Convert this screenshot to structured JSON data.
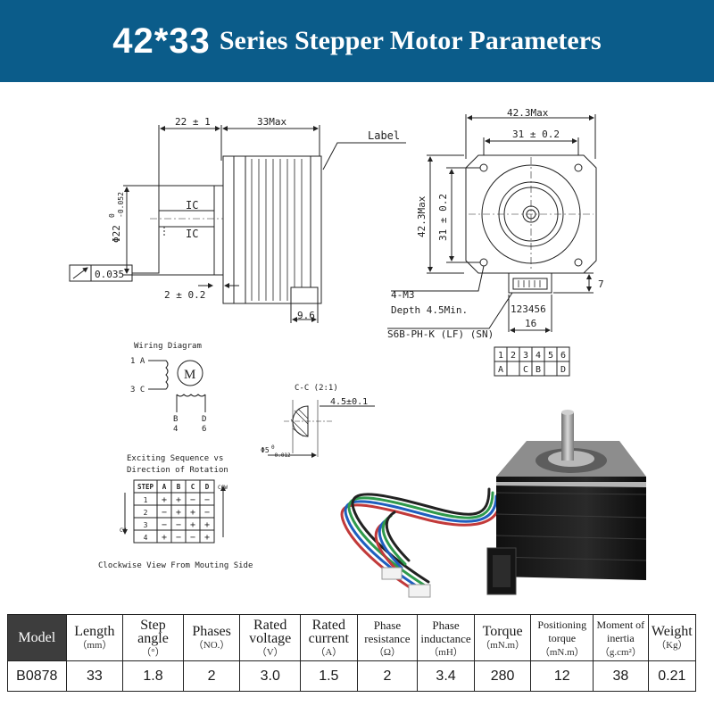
{
  "banner": {
    "model_size": "42*33",
    "title_rest": "Series Stepper Motor Parameters"
  },
  "side_view": {
    "dim_shaft_length": "22 ± 1",
    "dim_body_length": "33Max",
    "label_callout": "Label",
    "shaft_dia": "Φ22",
    "shaft_tol_upper": "0",
    "shaft_tol_lower": "-0.052",
    "ic_top": "IC",
    "ic_bottom": "IC",
    "runout": "0.035",
    "boss_height": "2 ± 0.2",
    "connector_depth": "9.6"
  },
  "front_view": {
    "overall_width": "42.3Max",
    "hole_spacing_h": "31 ± 0.2",
    "overall_height": "42.3Max",
    "hole_spacing_v": "31 ± 0.2",
    "screw": "4-M3",
    "screw_depth": "Depth 4.5Min.",
    "connector_part": "S6B-PH-K (LF) (SN)",
    "pins": "123456",
    "connector_width": "16",
    "connector_height": "7"
  },
  "pin_table": {
    "numbers": [
      "1",
      "2",
      "3",
      "4",
      "5",
      "6"
    ],
    "phases": [
      "A",
      "",
      "C",
      "B",
      "",
      "D"
    ]
  },
  "wiring": {
    "title": "Wiring Diagram",
    "motor": "M",
    "lead_a": "1 A",
    "lead_c": "3 C",
    "lead_b": "B",
    "lead_b_num": "4",
    "lead_d": "D",
    "lead_d_num": "6"
  },
  "section": {
    "title": "C-C (2:1)",
    "flat": "4.5±0.1",
    "dia": "Φ5",
    "tol_upper": "0",
    "tol_lower": "-0.012"
  },
  "sequence": {
    "title_line1": "Exciting Sequence vs",
    "title_line2": "Direction of Rotation",
    "headers": [
      "STEP",
      "A",
      "B",
      "C",
      "D"
    ],
    "rows": [
      [
        "1",
        "+",
        "+",
        "−",
        "−"
      ],
      [
        "2",
        "−",
        "+",
        "+",
        "−"
      ],
      [
        "3",
        "−",
        "−",
        "+",
        "+"
      ],
      [
        "4",
        "+",
        "−",
        "−",
        "+"
      ]
    ],
    "ccw": "CCW",
    "cw": "CW",
    "footer": "Clockwise View From Mouting Side"
  },
  "specs": {
    "headers": [
      {
        "name": "Model",
        "unit": ""
      },
      {
        "name": "Length",
        "unit": "（mm）"
      },
      {
        "name": "Step angle",
        "unit": "（°）"
      },
      {
        "name": "Phases",
        "unit": "（NO.）"
      },
      {
        "name": "Rated voltage",
        "unit": "（V）"
      },
      {
        "name": "Rated current",
        "unit": "（A）"
      },
      {
        "name": "Phase resistance",
        "unit": "（Ω）"
      },
      {
        "name": "Phase inductance",
        "unit": "（mH）"
      },
      {
        "name": "Torque",
        "unit": "（mN.m）"
      },
      {
        "name": "Positioning torque",
        "unit": "（mN.m）"
      },
      {
        "name": "Moment of inertia",
        "unit": "（g.cm²）"
      },
      {
        "name": "Weight",
        "unit": "（Kg）"
      }
    ],
    "row": [
      "B0878",
      "33",
      "1.8",
      "2",
      "3.0",
      "1.5",
      "2",
      "3.4",
      "280",
      "12",
      "38",
      "0.21"
    ]
  }
}
